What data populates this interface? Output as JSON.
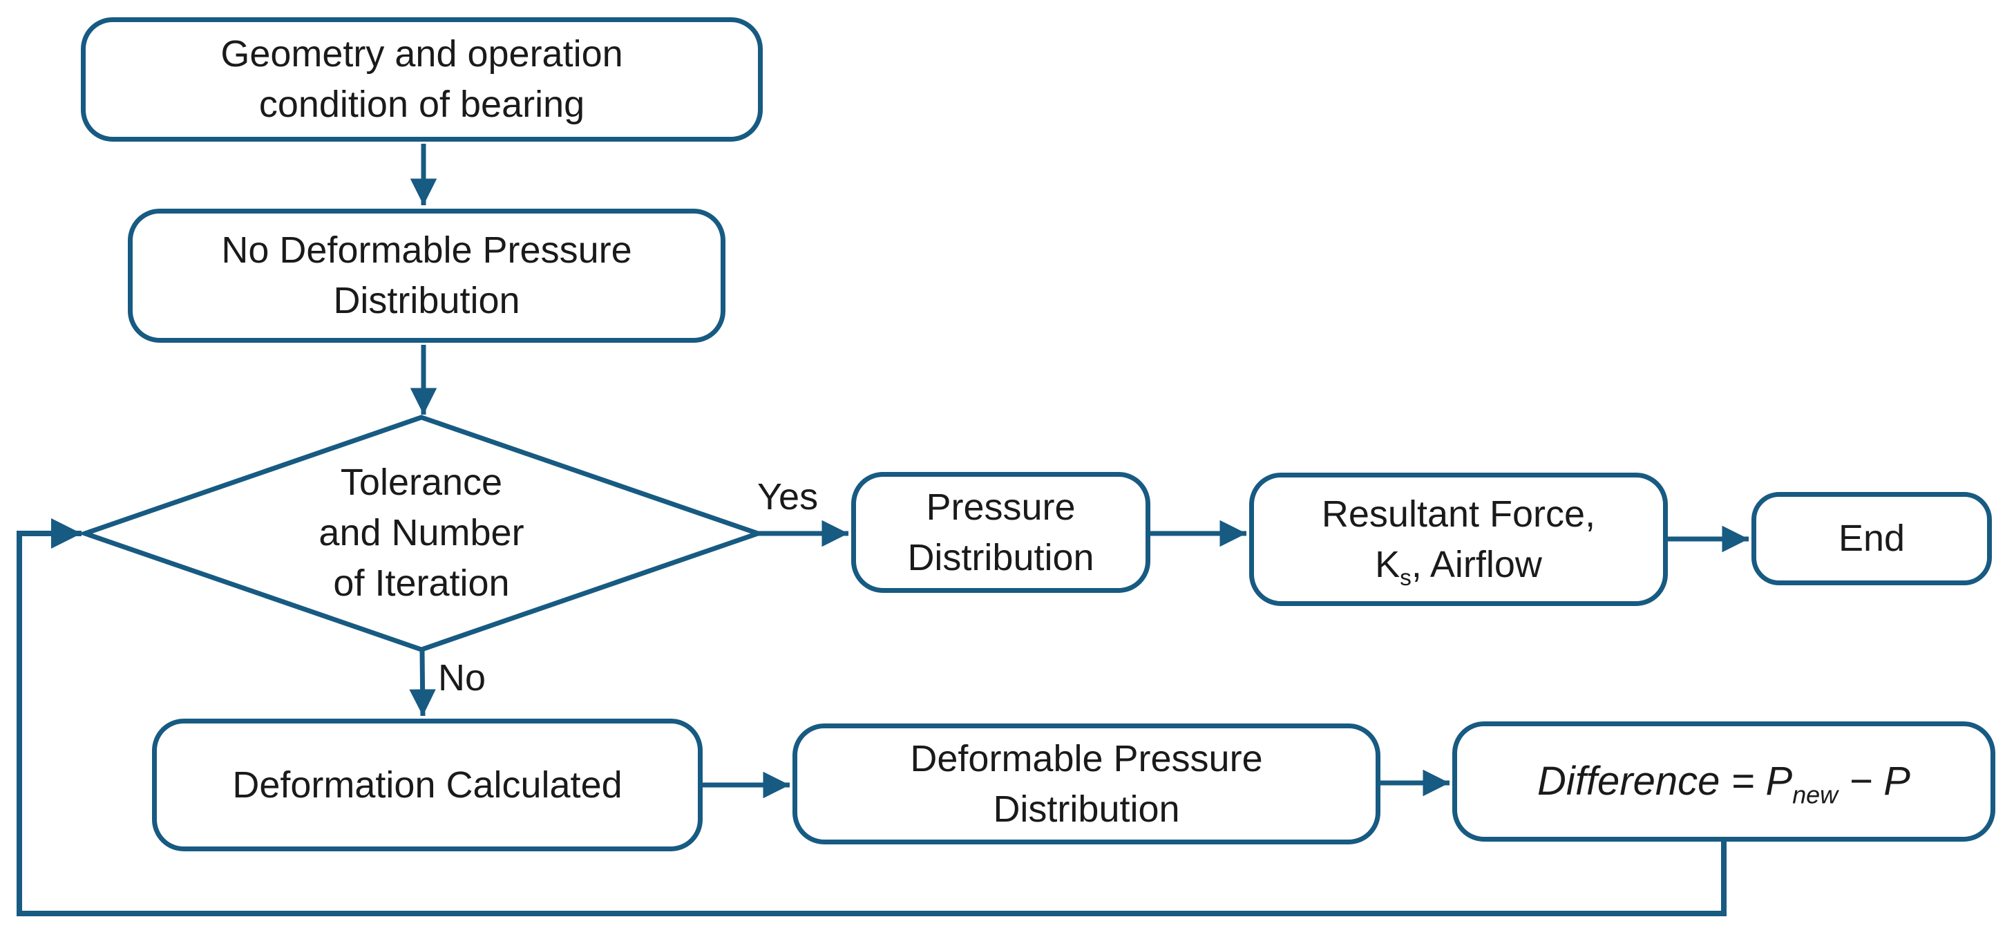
{
  "diagram": {
    "type": "flowchart",
    "title": "Bearing pressure iteration flowchart",
    "colors": {
      "stroke": "#175a82",
      "text": "#1a1a1a",
      "background": "#ffffff"
    },
    "nodes": {
      "geometry": {
        "shape": "rounded-rect",
        "label": "Geometry and operation\ncondition of bearing"
      },
      "no_deformable_pressure": {
        "shape": "rounded-rect",
        "label": "No Deformable Pressure\nDistribution"
      },
      "tolerance_decision": {
        "shape": "diamond",
        "label": "Tolerance\nand Number\nof Iteration"
      },
      "pressure_distribution": {
        "shape": "rounded-rect",
        "label": "Pressure\nDistribution"
      },
      "resultant": {
        "shape": "rounded-rect",
        "line1": "Resultant Force,",
        "line2_pre": "K",
        "line2_sub": "s",
        "line2_post": ", Airflow"
      },
      "end": {
        "shape": "rounded-rect",
        "label": "End"
      },
      "deformation_calculated": {
        "shape": "rounded-rect",
        "label": "Deformation Calculated"
      },
      "deformable_pressure": {
        "shape": "rounded-rect",
        "label": "Deformable Pressure\nDistribution"
      },
      "difference": {
        "shape": "rounded-rect",
        "pre": "Difference = P",
        "sub": "new",
        "post": " − P"
      }
    },
    "edge_labels": {
      "yes": "Yes",
      "no": "No"
    },
    "edges": [
      "geometry -> no_deformable_pressure",
      "no_deformable_pressure -> tolerance_decision",
      "tolerance_decision -> pressure_distribution (Yes)",
      "pressure_distribution -> resultant",
      "resultant -> end",
      "tolerance_decision -> deformation_calculated (No)",
      "deformation_calculated -> deformable_pressure",
      "deformable_pressure -> difference",
      "difference -> tolerance_decision (loop back)"
    ]
  }
}
